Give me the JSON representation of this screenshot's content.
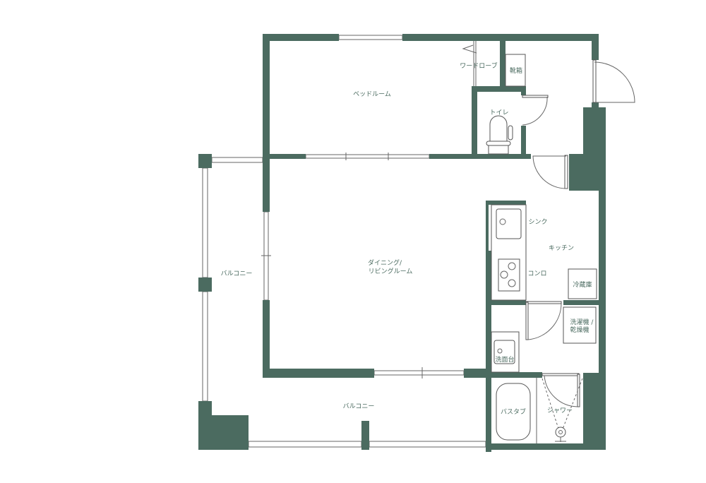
{
  "wall_color": "#4b6b60",
  "rooms": {
    "bedroom": "ベッドルーム",
    "wardrobe": "ワードローブ",
    "shoe_box": "靴箱",
    "toilet": "トイレ",
    "dining_line1": "ダイニング/",
    "dining_line2": "リビングルーム",
    "sink": "シンク",
    "kitchen": "キッチン",
    "stove": "コンロ",
    "fridge": "冷蔵庫",
    "washer_line1": "洗濯機 /",
    "washer_line2": "乾燥機",
    "vanity": "洗面台",
    "bathtub": "バスタブ",
    "shower": "シャワー",
    "balcony_side": "バルコニー",
    "balcony_bottom": "バルコニー"
  }
}
